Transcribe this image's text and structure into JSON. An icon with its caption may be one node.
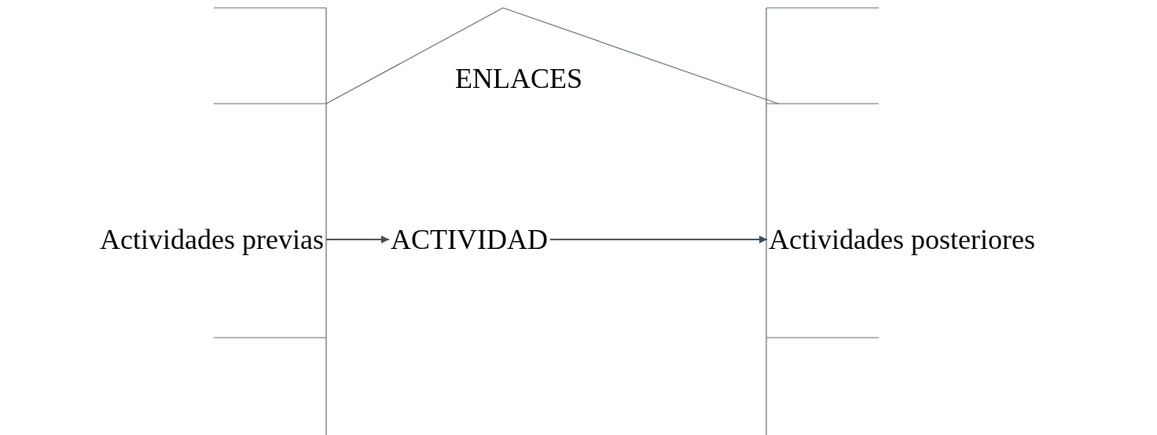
{
  "diagram": {
    "nodes": [
      {
        "text": [
          "ENLACES"
        ]
      },
      {
        "text": [
          "Actividades previas"
        ]
      },
      {
        "text": [
          "ACTIVIDAD"
        ]
      },
      {
        "text": [
          "Actividades posteriores"
        ]
      }
    ],
    "edges": [
      {
        "from": 1,
        "to": 2,
        "arrow": "to"
      },
      {
        "from": 2,
        "to": 3,
        "arrow": "to"
      }
    ]
  }
}
